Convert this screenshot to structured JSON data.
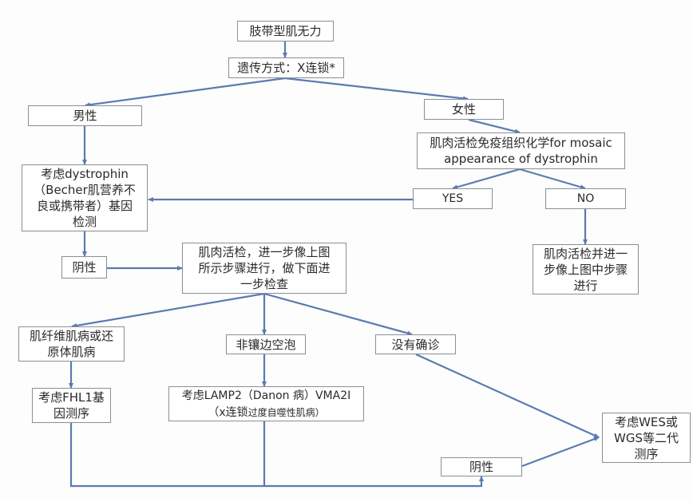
{
  "title": "肢带型肌无力",
  "inheritance": "遗传方式：X连锁*",
  "male": "男性",
  "female": "女性",
  "dystrophin_test": {
    "line1": "考虑dystrophin",
    "line2": "（Becher肌营养不",
    "line3": "良或携带者）基因",
    "line4": "检测"
  },
  "ihc": {
    "line1": "肌肉活检免疫组织化学for mosaic",
    "line2": "appearance of dystrophin"
  },
  "yes": "YES",
  "no": "NO",
  "negative_1": "阴性",
  "biopsy_further": {
    "line1": "肌肉活检，进一步像上图",
    "line2": "所示步骤进行，做下面进",
    "line3": "一步检查"
  },
  "biopsy_no": {
    "line1": "肌肉活检并进一",
    "line2": "步像上图中步骤",
    "line3": "进行"
  },
  "myofibrillar": {
    "line1": "肌纤维肌病或还",
    "line2": "原体肌病"
  },
  "non_rimmed": "非镶边空泡",
  "no_diagnosis": "没有确诊",
  "fhl1": {
    "line1": "考虑FHL1基",
    "line2": "因测序"
  },
  "lamp2": {
    "line1": "考虑LAMP2（Danon 病）VMA2I",
    "line2_a": "（x连锁",
    "line2_b": "过度自噬性肌病）"
  },
  "wes": {
    "line1": "考虑WES或",
    "line2": "WGS等二代",
    "line3": "测序"
  },
  "negative_2": "阴性",
  "colors": {
    "line": "#5b7bb0",
    "border": "#8a8f96",
    "text": "#2a2a2a"
  }
}
